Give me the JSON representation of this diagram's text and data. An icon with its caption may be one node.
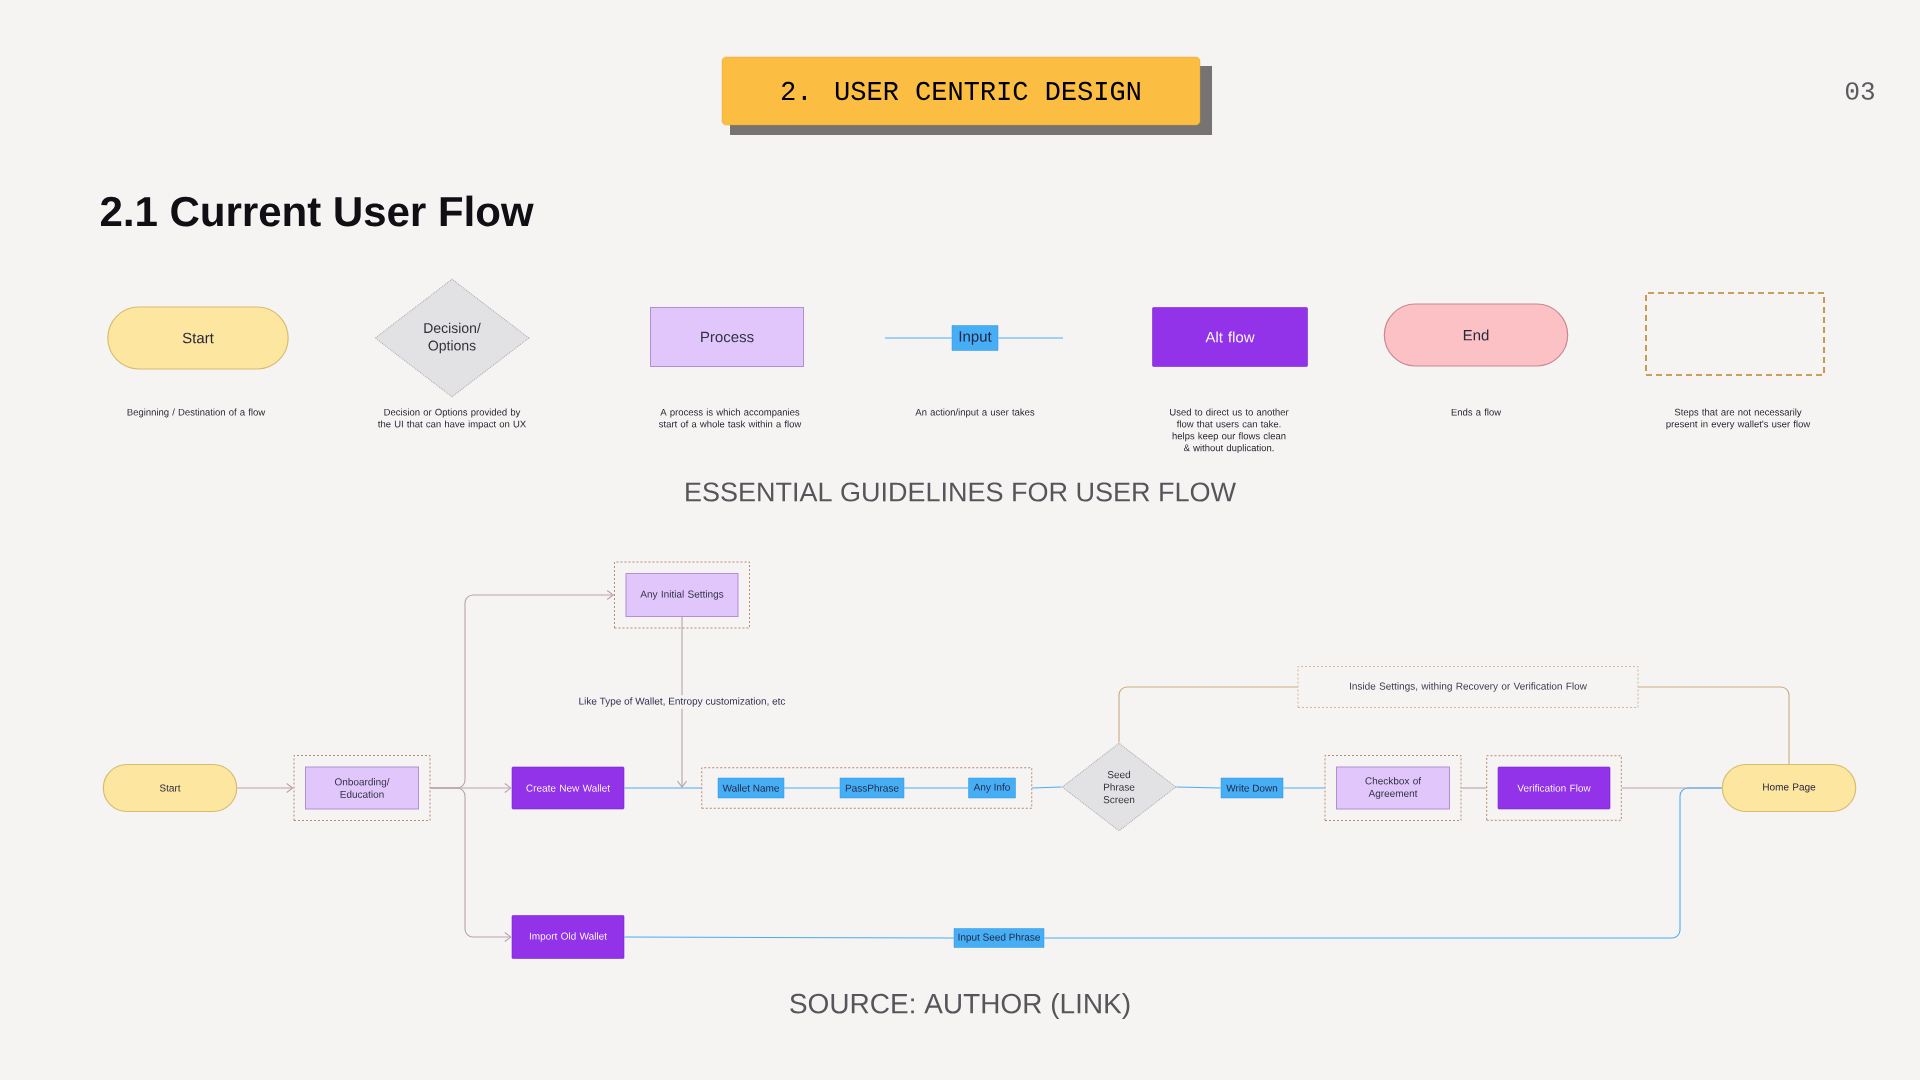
{
  "diagram": {
    "title": "2.1 Current User Flow",
    "caption": "SOURCE: AUTHOR (LINK)",
    "nodes": [
      {
        "text": [
          "Start"
        ]
      },
      {
        "text": [
          "Decision/ Options"
        ]
      },
      {
        "text": [
          "Process"
        ]
      },
      {
        "text": [
          "Input"
        ]
      },
      {
        "text": [
          "Alt flow"
        ]
      },
      {
        "text": [
          "End"
        ]
      },
      {
        "text": [],
        "shape": "box"
      },
      {
        "text": [],
        "shape": "box"
      },
      {
        "text": [
          "Any Initial Settings"
        ],
        "in": 7
      },
      {
        "text": [
          "Inside Settings, withing Recovery or Verification Flow"
        ]
      },
      {
        "text": [
          "Start"
        ]
      },
      {
        "text": [],
        "shape": "box"
      },
      {
        "text": [
          "Onboarding/ Education"
        ],
        "in": 11
      },
      {
        "text": [
          "Create New Wallet"
        ]
      },
      {
        "text": [],
        "shape": "box"
      },
      {
        "text": [
          "Wallet Name"
        ],
        "in": 14
      },
      {
        "text": [
          "PassPhrase"
        ],
        "in": 14
      },
      {
        "text": [
          "Any Info"
        ],
        "in": 14
      },
      {
        "text": [
          "Seed Phrase Screen"
        ]
      },
      {
        "text": [
          "Write Down"
        ]
      },
      {
        "text": [],
        "shape": "box"
      },
      {
        "text": [
          "Checkbox of Agreement"
        ],
        "in": 20
      },
      {
        "text": [],
        "shape": "box"
      },
      {
        "text": [
          "Verification Flow"
        ],
        "in": 22
      },
      {
        "text": [
          "Home Page"
        ]
      },
      {
        "text": [
          "Import Old Wallet"
        ]
      },
      {
        "text": [
          "Input Seed Phrase"
        ]
      }
    ],
    "edges": [
      {
        "from": null,
        "to": 3,
        "arrow": "none"
      },
      {
        "from": 3,
        "to": null,
        "arrow": "none"
      },
      {
        "from": 10,
        "to": 11,
        "arrow": "to",
        "color": "#b9a3ad"
      },
      {
        "from": 11,
        "to": 13,
        "arrow": "to",
        "color": "#b9a3ad"
      },
      {
        "from": 11,
        "to": 7,
        "arrow": "to",
        "color": "#b9a3ad"
      },
      {
        "from": 11,
        "to": 25,
        "arrow": "to",
        "color": "#b9a3ad"
      },
      {
        "from": 8,
        "to": 14,
        "arrow": "to",
        "color": "#b9a3ad",
        "label": "Like Type of Wallet, Entropy customization, etc"
      },
      {
        "from": 13,
        "to": 14,
        "arrow": "none"
      },
      {
        "from": 15,
        "to": 16,
        "arrow": "none"
      },
      {
        "from": 16,
        "to": 17,
        "arrow": "none"
      },
      {
        "from": 14,
        "to": 18,
        "arrow": "none"
      },
      {
        "from": 18,
        "to": 19,
        "arrow": "none"
      },
      {
        "from": 19,
        "to": 20,
        "arrow": "none"
      },
      {
        "from": 20,
        "to": 22,
        "arrow": "none",
        "color": "#b9a3ad"
      },
      {
        "from": 22,
        "to": 24,
        "arrow": "none",
        "color": "#b9a3ad"
      },
      {
        "from": 25,
        "to": 26,
        "arrow": "none"
      },
      {
        "from": 26,
        "to": 24,
        "arrow": "none"
      },
      {
        "from": 18,
        "to": 9,
        "arrow": "none",
        "color": "#c9ab80"
      },
      {
        "from": 9,
        "to": 24,
        "arrow": "none",
        "color": "#c9ab80"
      }
    ],
    "labels": [
      "2. USER CENTRIC DESIGN",
      "03",
      "Beginning / Destination of a flow",
      "Decision or Options provided by the UI that can have impact on UX",
      "A process is which accompanies start of a whole task within a flow",
      "An action/input a user takes",
      "Used to direct us to another flow that users can take. helps keep our flows clean & without duplication.",
      "Ends a flow",
      "Steps that are not necessarily present in every wallet's user flow",
      "ESSENTIAL GUIDELINES FOR USER FLOW"
    ]
  }
}
